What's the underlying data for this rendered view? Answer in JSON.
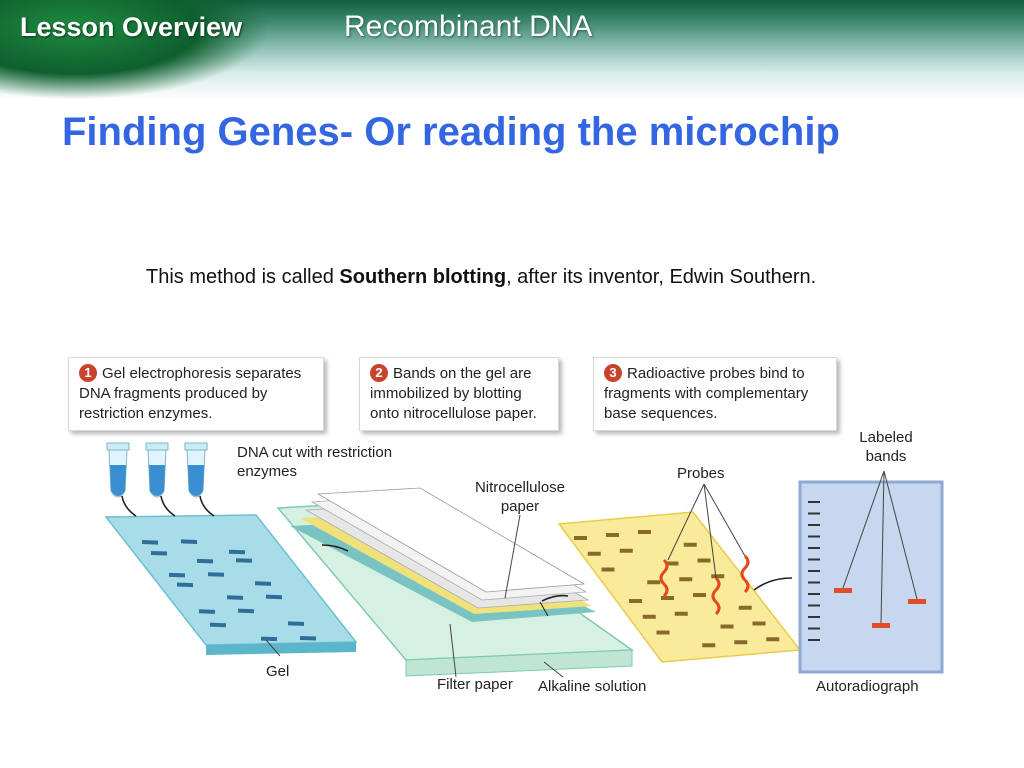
{
  "header": {
    "lesson_label": "Lesson Overview",
    "topic": "Recombinant DNA"
  },
  "slide": {
    "title": "Finding Genes- Or reading the microchip",
    "body_pre": "This method is called ",
    "body_bold": "Southern blotting",
    "body_post": ", after its inventor, Edwin Southern."
  },
  "figure": {
    "steps": [
      {
        "num": "1",
        "text": "Gel electrophoresis separates DNA fragments produced by restriction enzymes."
      },
      {
        "num": "2",
        "text": "Bands on the gel are immobilized by blotting onto nitrocellulose paper."
      },
      {
        "num": "3",
        "text": "Radioactive probes bind to fragments with complementary base sequences."
      }
    ],
    "labels": {
      "dna_cut": "DNA cut with restriction enzymes",
      "nitrocellulose": "Nitrocellulose paper",
      "probes": "Probes",
      "labeled_bands": "Labeled bands",
      "gel": "Gel",
      "filter_paper": "Filter paper",
      "alkaline": "Alkaline solution",
      "autoradiograph": "Autoradiograph"
    }
  }
}
